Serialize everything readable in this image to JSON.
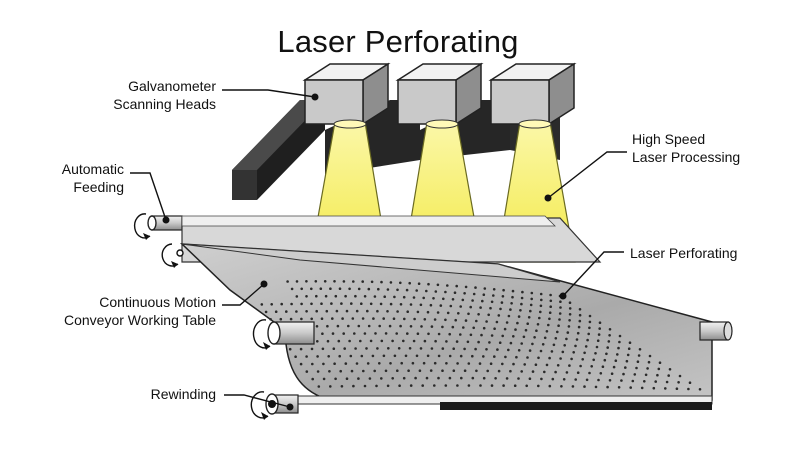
{
  "title": "Laser Perforating",
  "labels": {
    "galvanometer": [
      "Galvanometer",
      "Scanning Heads"
    ],
    "high_speed": [
      "High Speed",
      "Laser Processing"
    ],
    "automatic_feeding": [
      "Automatic",
      "Feeding"
    ],
    "laser_perforating": "Laser Perforating",
    "conveyor": [
      "Continuous Motion",
      "Conveyor Working Table"
    ],
    "rewinding": "Rewinding"
  },
  "colors": {
    "beam": "#f7f066",
    "beam_edge": "#5b5a1a",
    "head_top": "#e6e6e6",
    "head_front": "#bcbcbc",
    "bar": "#2c2c2c",
    "sheet": "#b9b9b9",
    "perforation": "#2a2a2a"
  },
  "scanning_head_count": 3,
  "icons": [
    "roller-rotation-arrow-icon"
  ]
}
